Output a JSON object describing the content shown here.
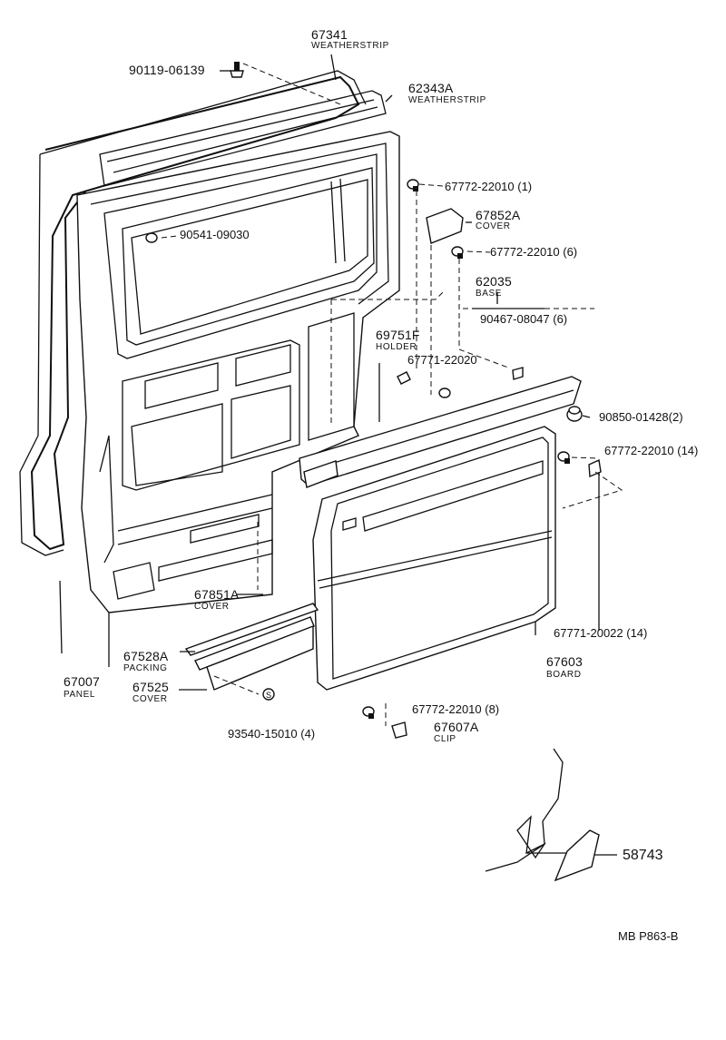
{
  "labels": {
    "p67341": {
      "number": "67341",
      "name": "WEATHERSTRIP"
    },
    "p62343A": {
      "number": "62343A",
      "name": "WEATHERSTRIP"
    },
    "p90119": {
      "number": "90119-06139"
    },
    "p67772_1": {
      "number": "67772-22010 (1)"
    },
    "p67852A": {
      "number": "67852A",
      "name": "COVER"
    },
    "p90541": {
      "number": "90541-09030"
    },
    "p67772_6": {
      "number": "67772-22010 (6)"
    },
    "p62035": {
      "number": "62035",
      "name": "BASE"
    },
    "p90467": {
      "number": "90467-08047 (6)"
    },
    "p69751F": {
      "number": "69751F",
      "name": "HOLDER"
    },
    "p67771_22020": {
      "number": "67771-22020"
    },
    "p90850": {
      "number": "90850-01428(2)"
    },
    "p67772_14": {
      "number": "67772-22010 (14)"
    },
    "p67851A": {
      "number": "67851A",
      "name": "COVER"
    },
    "p67771_20022": {
      "number": "67771-20022 (14)"
    },
    "p67603": {
      "number": "67603",
      "name": "BOARD"
    },
    "p67528A": {
      "number": "67528A",
      "name": "PACKING"
    },
    "p67007": {
      "number": "67007",
      "name": "PANEL"
    },
    "p67525": {
      "number": "67525",
      "name": "COVER"
    },
    "p67772_8": {
      "number": "67772-22010 (8)"
    },
    "p67607A": {
      "number": "67607A",
      "name": "CLIP"
    },
    "p93540": {
      "number": "93540-15010 (4)"
    },
    "p58743": {
      "number": "58743"
    },
    "ref_code": "MB P863-B",
    "s_mark": "S"
  },
  "icons": [
    "bolt-icon",
    "grommet-icon",
    "screw-icon",
    "clip-icon",
    "nut-icon"
  ]
}
